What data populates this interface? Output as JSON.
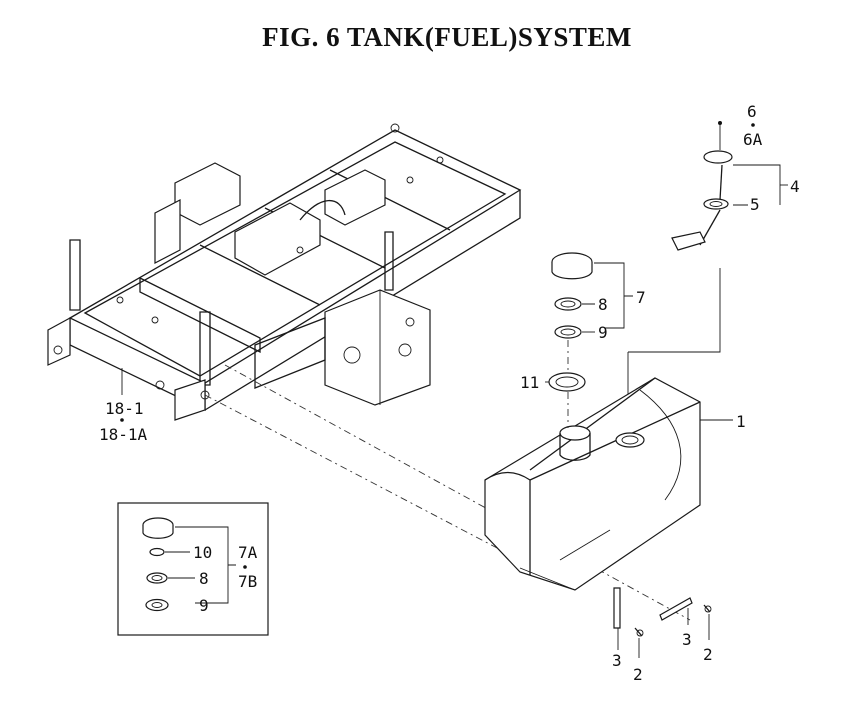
{
  "title": "FIG. 6  TANK(FUEL)SYSTEM",
  "callouts": {
    "c1": "1",
    "c2a": "2",
    "c2b": "2",
    "c3a": "3",
    "c3b": "3",
    "c4": "4",
    "c5": "5",
    "c6": "6",
    "c6a": "6A",
    "c7": "7",
    "c8": "8",
    "c9": "9",
    "c11": "11",
    "c18_1": "18-1",
    "c18_1a": "18-1A",
    "inset_c10": "10",
    "inset_c8": "8",
    "inset_c9": "9",
    "inset_c7a": "7A",
    "inset_c7b": "7B"
  }
}
